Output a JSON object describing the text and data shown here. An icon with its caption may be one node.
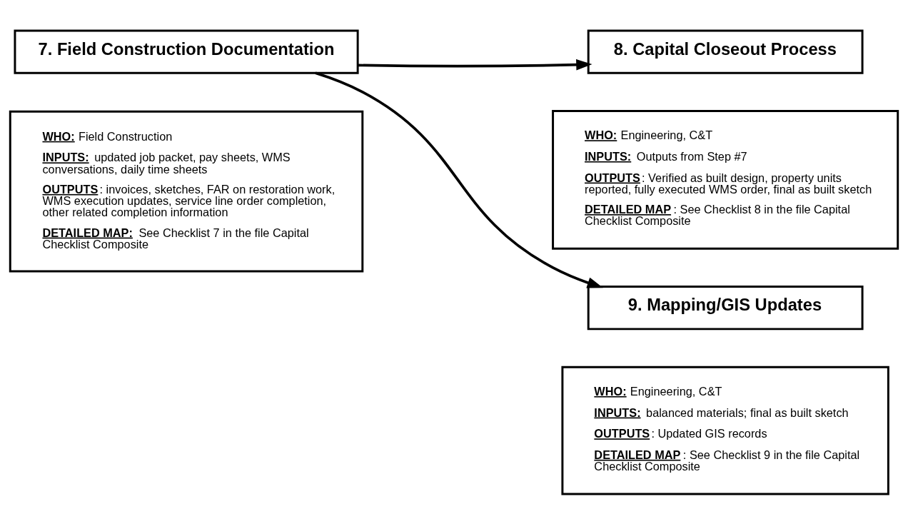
{
  "diagram": {
    "nodes": [
      {
        "text": [
          "7. Field Construction Documentation"
        ]
      },
      {
        "text": [
          "**WHO:** Field Construction",
          "**INPUTS:** updated job packet, pay sheets, WMS conversations, daily time sheets",
          "**OUTPUTS**: invoices, sketches, FAR on restoration work, WMS execution updates, service line order completion, other related completion information",
          "**DETAILED MAP:** See Checklist 7 in the file Capital Checklist Composite"
        ]
      },
      {
        "text": [
          "8. Capital Closeout Process"
        ]
      },
      {
        "text": [
          "**WHO:** Engineering, C&T",
          "**INPUTS:** Outputs from Step #7",
          "**OUTPUTS**: Verified as built design, property units reported, fully executed WMS order, final as built sketch",
          "**DETAILED MAP**: See Checklist 8 in the file Capital Checklist Composite"
        ]
      },
      {
        "text": [
          "9. Mapping/GIS Updates"
        ]
      },
      {
        "text": [
          "**WHO:** Engineering, C&T",
          "**INPUTS:** balanced materials; final as built sketch",
          "**OUTPUTS**: Updated GIS records",
          "**DETAILED MAP**: See Checklist 9 in the file Capital Checklist Composite"
        ]
      }
    ],
    "edges": [
      {
        "from": 0,
        "to": 2,
        "arrow": "to"
      },
      {
        "from": 0,
        "to": 4,
        "arrow": "to"
      }
    ]
  }
}
